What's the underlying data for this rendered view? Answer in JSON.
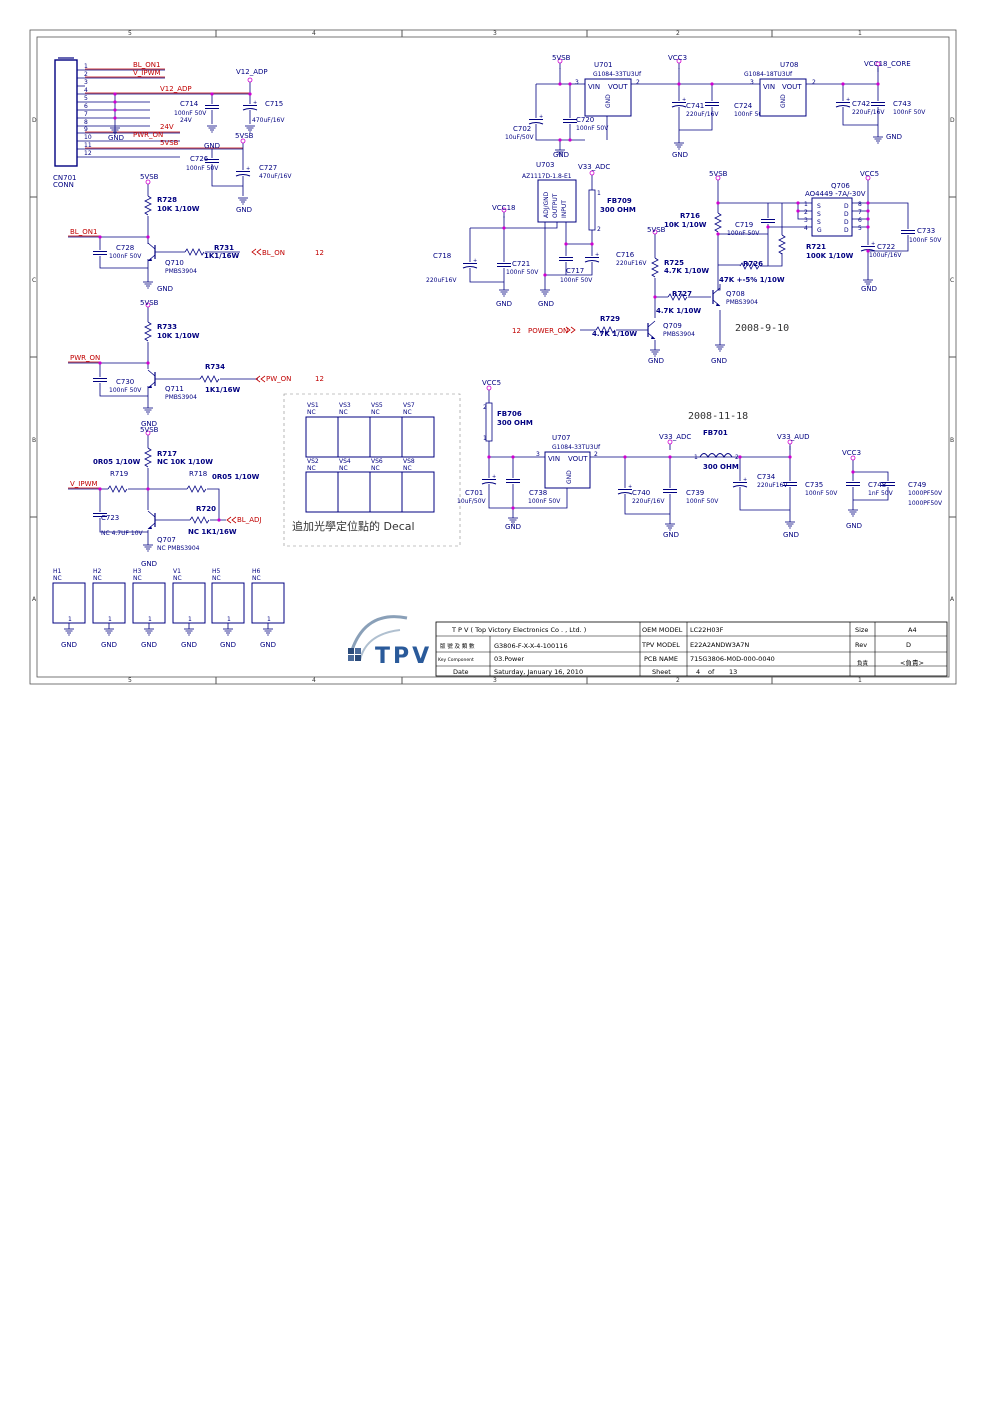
{
  "border": {
    "cols": [
      "5",
      "4",
      "3",
      "2",
      "1"
    ],
    "rows": [
      "D",
      "C",
      "B",
      "A"
    ]
  },
  "connector": {
    "ref": "CN701",
    "type": "CONN",
    "pins": [
      "1",
      "2",
      "3",
      "4",
      "5",
      "6",
      "7",
      "8",
      "9",
      "10",
      "11",
      "12"
    ],
    "nets": {
      "bl_on1": "BL_ON1",
      "v_ipwm": "V_IPWM",
      "v12_adp": "V12_ADP",
      "v24": "24V",
      "pwr_on": "PWR_ON",
      "v5vsb": "5VSB",
      "gnd": "GND"
    }
  },
  "power_rails": {
    "v12_adp": "V12_ADP",
    "v5vsb": "5VSB",
    "vcc3": "VCC3",
    "vcc18_core": "VCC18_CORE",
    "v33_adc": "V33_ADC",
    "vcc18": "VCC18",
    "vcc5": "VCC5",
    "v33_aud": "V33_AUD",
    "gnd": "GND"
  },
  "components": {
    "c714": {
      "ref": "C714",
      "val": "100nF 50V",
      "extra": "24V"
    },
    "c715": {
      "ref": "C715",
      "val": "470uF/16V"
    },
    "c726": {
      "ref": "C726",
      "val": "100nF 50V"
    },
    "c727": {
      "ref": "C727",
      "val": "470uF/16V"
    },
    "u701": {
      "ref": "U701",
      "val": "G1084-33TU3Uf",
      "vin": "VIN",
      "vout": "VOUT",
      "gnd": "GND"
    },
    "u708": {
      "ref": "U708",
      "val": "G1084-18TU3Uf",
      "vin": "VIN",
      "vout": "VOUT",
      "gnd": "GND"
    },
    "c702": {
      "ref": "C702",
      "val": "10uF/50V"
    },
    "c720": {
      "ref": "C720",
      "val": "100nF 50V"
    },
    "c741": {
      "ref": "C741",
      "val": "220uF/16V"
    },
    "c724": {
      "ref": "C724",
      "val": "100nF 50V"
    },
    "c742": {
      "ref": "C742",
      "val": "220uF/16V"
    },
    "c743": {
      "ref": "C743",
      "val": "100nF 50V"
    },
    "u703": {
      "ref": "U703",
      "val": "AZ1117D-1.8-E1",
      "adj": "ADJ/GND",
      "out": "OUTPUT",
      "in": "INPUT"
    },
    "fb709": {
      "ref": "FB709",
      "val": "300 OHM"
    },
    "c718": {
      "ref": "C718",
      "val": "220uF16V"
    },
    "c721": {
      "ref": "C721",
      "val": "100nF 50V"
    },
    "c717": {
      "ref": "C717",
      "val": "100nF 50V"
    },
    "c716": {
      "ref": "C716",
      "val": "220uF16V"
    },
    "r716": {
      "ref": "R716",
      "val": "10K 1/10W"
    },
    "r725": {
      "ref": "R725",
      "val": "4.7K 1/10W"
    },
    "r726": {
      "ref": "R726",
      "val": "47K +-5% 1/10W"
    },
    "r727": {
      "ref": "R727",
      "val": "4.7K 1/10W"
    },
    "r729": {
      "ref": "R729",
      "val": "4.7K 1/10W"
    },
    "r721": {
      "ref": "R721",
      "val": "100K 1/10W"
    },
    "c719": {
      "ref": "C719",
      "val": "100nF 50V"
    },
    "c722": {
      "ref": "C722",
      "val": "100uF/16V"
    },
    "c733": {
      "ref": "C733",
      "val": "100nF 50V"
    },
    "q706": {
      "ref": "Q706",
      "val": "AO4449 -7A/-30V",
      "s": "S",
      "g": "G",
      "d": "D"
    },
    "q708": {
      "ref": "Q708",
      "val": "PMBS3904"
    },
    "q709": {
      "ref": "Q709",
      "val": "PMBS3904"
    },
    "r728": {
      "ref": "R728",
      "val": "10K 1/10W"
    },
    "c728": {
      "ref": "C728",
      "val": "100nF 50V"
    },
    "q710": {
      "ref": "Q710",
      "val": "PMBS3904"
    },
    "r731": {
      "ref": "R731",
      "val": "1K1/16W"
    },
    "r733": {
      "ref": "R733",
      "val": "10K 1/10W"
    },
    "c730": {
      "ref": "C730",
      "val": "100nF 50V"
    },
    "q711": {
      "ref": "Q711",
      "val": "PMBS3904"
    },
    "r734": {
      "ref": "R734",
      "val": "1K1/16W"
    },
    "r717": {
      "ref": "R717",
      "val": "NC 10K 1/10W"
    },
    "r719": {
      "ref": "R719",
      "val": "0R05 1/10W"
    },
    "r718": {
      "ref": "R718",
      "val": "0R05 1/10W"
    },
    "r720": {
      "ref": "R720",
      "val": "NC 1K1/16W"
    },
    "c723": {
      "ref": "C723",
      "val": "NC 4.7UF 10V"
    },
    "q707": {
      "ref": "Q707",
      "val": "NC PMBS3904"
    },
    "fb706": {
      "ref": "FB706",
      "val": "300 OHM"
    },
    "u707": {
      "ref": "U707",
      "val": "G1084-33TU3Uf",
      "vin": "VIN",
      "vout": "VOUT",
      "gnd": "GND"
    },
    "c701": {
      "ref": "C701",
      "val": "10uF/50V"
    },
    "c738": {
      "ref": "C738",
      "val": "100nF 50V"
    },
    "c740": {
      "ref": "C740",
      "val": "220uF/16V"
    },
    "c739": {
      "ref": "C739",
      "val": "100nF 50V"
    },
    "fb701": {
      "ref": "FB701",
      "val": "300 OHM"
    },
    "c734": {
      "ref": "C734",
      "val": "220uF16V"
    },
    "c735": {
      "ref": "C735",
      "val": "100nF 50V"
    },
    "c748": {
      "ref": "C748",
      "val": "1nF 50V"
    },
    "c749": {
      "ref": "C749",
      "val": "1000PF50V"
    }
  },
  "signals": {
    "bl_on": "BL_ON",
    "pw_on": "PW_ON",
    "bl_adj": "BL_ADJ",
    "power_on": "POWER_ON",
    "bl_on1": "BL_ON1",
    "pwr_on": "PWR_ON",
    "v_ipwm": "V_IPWM",
    "page_ref": "12"
  },
  "dates": {
    "d1": "2008-9-10",
    "d2": "2008-11-18"
  },
  "decal": {
    "title": "追加光學定位點的 Decal",
    "items": [
      "VS1",
      "VS3",
      "VS5",
      "VS7",
      "VS2",
      "VS4",
      "VS6",
      "VS8"
    ],
    "nc": "NC"
  },
  "holes": {
    "items": [
      "H1",
      "H2",
      "H3",
      "V1",
      "H5",
      "H6"
    ],
    "nc": "NC",
    "gnd": "GND",
    "pin": "1"
  },
  "title_block": {
    "company": "T P V ( Top Victory Electronics Co . , Ltd. )",
    "oem_label": "OEM MODEL",
    "oem": "LC22H03F",
    "size_label": "Size",
    "size": "A4",
    "doc_label": "版 號 及 類 數",
    "doc": "G3806-F-X-X-4-100116",
    "tpv_label": "TPV MODEL",
    "tpv": "E22A2ANDW3A7N",
    "rev_label": "Rev",
    "rev": "D",
    "key_label": "Key Component",
    "key": "03.Power",
    "pcb_label": "PCB NAME",
    "pcb": "715G3806-M0D-000-0040",
    "sheet_owner_label": "負責",
    "sheet_owner": "<負責>",
    "date_label": "Date",
    "date": "Saturday, January 16, 2010",
    "sheet_label": "Sheet",
    "sheet": "4",
    "of": "of",
    "total": "13",
    "logo": "TPV"
  }
}
